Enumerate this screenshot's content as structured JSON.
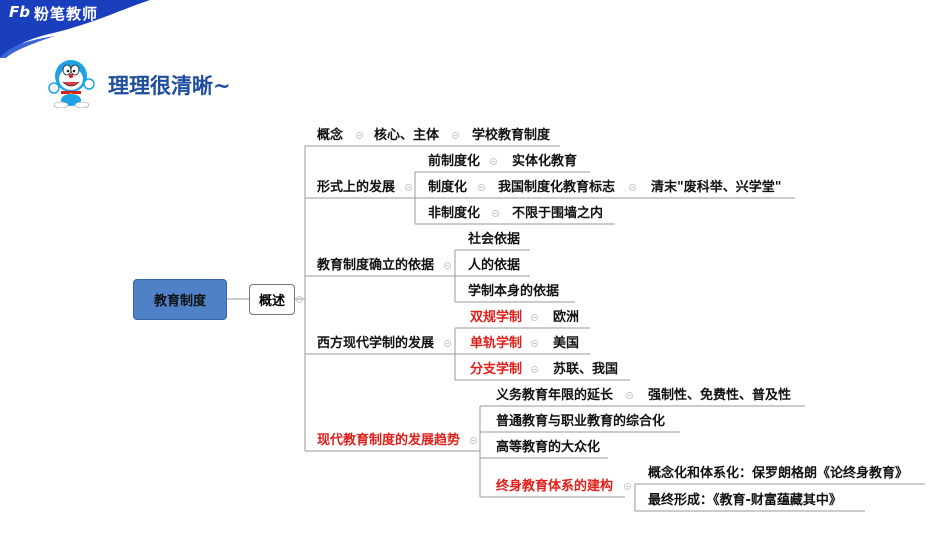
{
  "brand": {
    "name": "粉笔教师",
    "logo_text": "Fb"
  },
  "page_title": "理理很清晰~",
  "colors": {
    "brand_blue": "#1a3fbd",
    "title_blue": "#1f4e9e",
    "root_fill": "#4f81c7",
    "highlight_red": "#e0201b"
  },
  "mindmap": {
    "root": "教育制度",
    "hub": "概述",
    "concept": {
      "label": "概念",
      "items": [
        "核心、主体",
        "学校教育制度"
      ]
    },
    "formal": {
      "label": "形式上的发展",
      "pre": {
        "label": "前制度化",
        "value": "实体化教育"
      },
      "inst": {
        "label": "制度化",
        "value": "我国制度化教育标志",
        "detail": "清末\"废科举、兴学堂\""
      },
      "non": {
        "label": "非制度化",
        "value": "不限于围墙之内"
      }
    },
    "basis": {
      "label": "教育制度确立的依据",
      "items": [
        "社会依据",
        "人的依据",
        "学制本身的依据"
      ]
    },
    "western": {
      "label": "西方现代学制的发展",
      "items": [
        {
          "type": "双规学制",
          "place": "欧洲"
        },
        {
          "type": "单轨学制",
          "place": "美国"
        },
        {
          "type": "分支学制",
          "place": "苏联、我国"
        }
      ]
    },
    "trends": {
      "label": "现代教育制度的发展趋势",
      "t1": {
        "label": "义务教育年限的延长",
        "detail": "强制性、免费性、普及性"
      },
      "t2": "普通教育与职业教育的综合化",
      "t3": "高等教育的大众化",
      "t4": {
        "label": "终身教育体系的建构",
        "sub1": "概念化和体系化：保罗朗格朗《论终身教育》",
        "sub2": "最终形成：《教育-财富蕴藏其中》"
      }
    }
  }
}
